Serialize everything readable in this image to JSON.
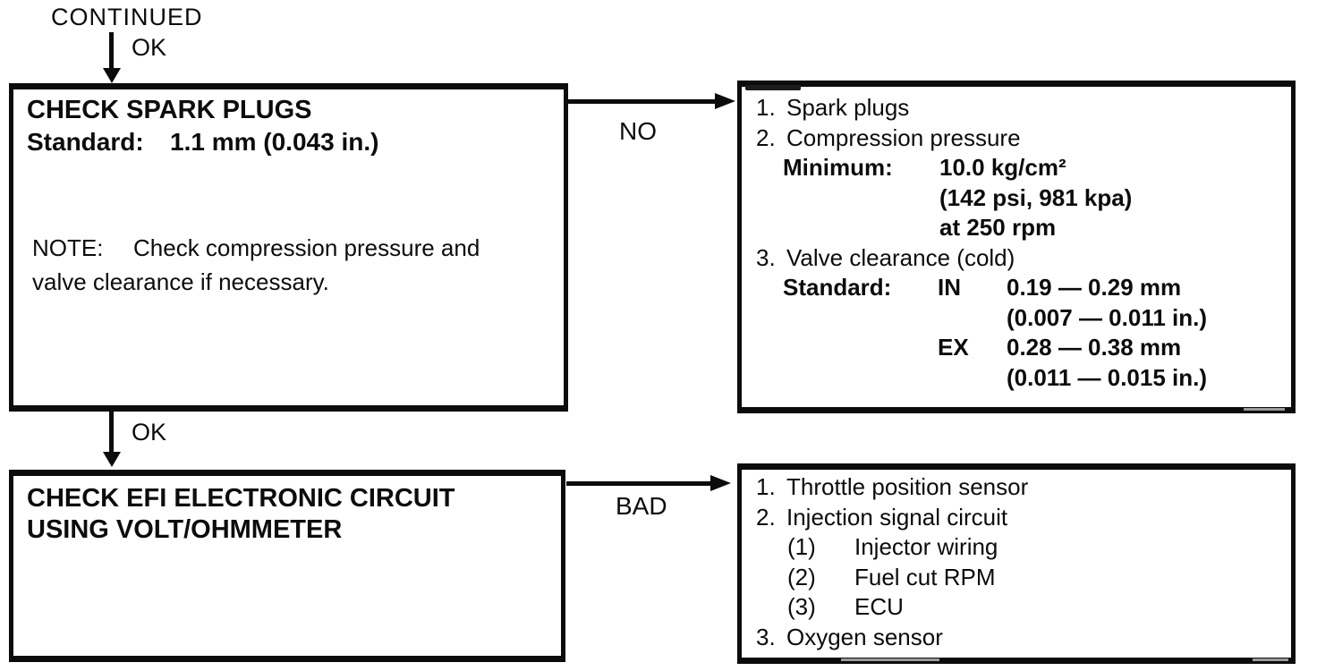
{
  "flow": {
    "continued_label": "CONTINUED",
    "ok_label_top": "OK",
    "ok_label_mid": "OK",
    "no_label": "NO",
    "bad_label": "BAD"
  },
  "check_spark_plugs": {
    "title": "CHECK SPARK PLUGS",
    "standard_label": "Standard:",
    "standard_value": "1.1 mm (0.043 in.)",
    "note_label": "NOTE:",
    "note_line1": "Check compression pressure and",
    "note_line2": "valve clearance if necessary."
  },
  "spark_diagnosis": {
    "items": [
      {
        "num": "1.",
        "text": "Spark plugs"
      },
      {
        "num": "2.",
        "text": "Compression pressure"
      },
      {
        "num": "3.",
        "text": "Valve clearance (cold)"
      }
    ],
    "minimum": {
      "label": "Minimum:",
      "value": "10.0 kg/cm²",
      "alt": "(142 psi, 981 kpa)",
      "rpm": "at 250 rpm"
    },
    "standard": {
      "label": "Standard:",
      "in_tag": "IN",
      "in_mm": "0.19 — 0.29 mm",
      "in_inch": "(0.007 — 0.011 in.)",
      "ex_tag": "EX",
      "ex_mm": "0.28 — 0.38 mm",
      "ex_inch": "(0.011 — 0.015 in.)"
    }
  },
  "check_efi_circuit": {
    "title_line1": "CHECK EFI ELECTRONIC CIRCUIT",
    "title_line2": "USING VOLT/OHMMETER"
  },
  "efi_diagnosis": {
    "items": [
      {
        "num": "1.",
        "text": "Throttle position sensor"
      },
      {
        "num": "2.",
        "text": "Injection signal circuit"
      },
      {
        "num": "3.",
        "text": "Oxygen sensor"
      }
    ],
    "subitems": [
      {
        "num": "(1)",
        "text": "Injector wiring"
      },
      {
        "num": "(2)",
        "text": "Fuel cut RPM"
      },
      {
        "num": "(3)",
        "text": "ECU"
      }
    ]
  },
  "colors": {
    "ink": "#0c0c0c",
    "background": "#ffffff"
  }
}
